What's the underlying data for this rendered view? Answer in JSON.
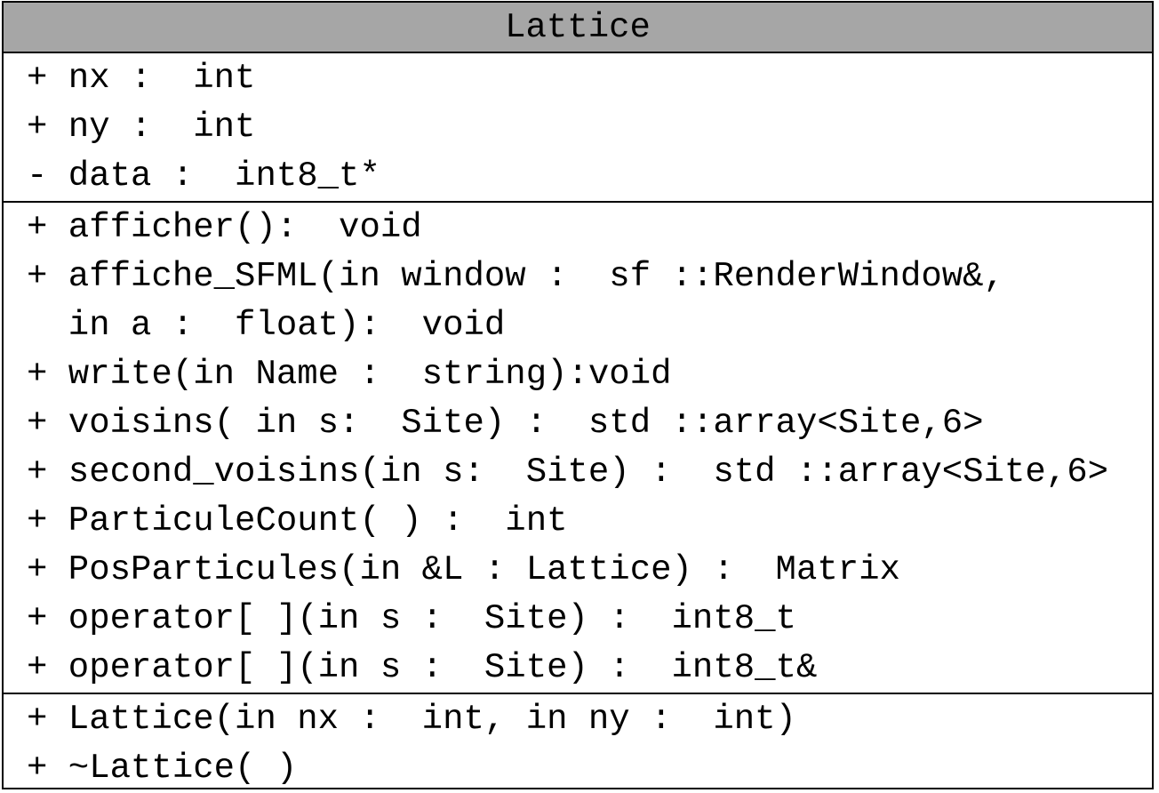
{
  "class_name": "Lattice",
  "attributes": [
    "+ nx :  int",
    "+ ny :  int",
    "- data :  int8_t*"
  ],
  "methods": [
    "+ afficher():  void",
    "+ affiche_SFML(in window :  sf ::RenderWindow&,",
    "  in a :  float):  void",
    "+ write(in Name :  string):void",
    "+ voisins( in s:  Site) :  std ::array<Site,6>",
    "+ second_voisins(in s:  Site) :  std ::array<Site,6>",
    "+ ParticuleCount( ) :  int",
    "+ PosParticules(in &L : Lattice) :  Matrix",
    "+ operator[ ](in s :  Site) :  int8_t",
    "+ operator[ ](in s :  Site) :  int8_t&"
  ],
  "constructors": [
    "+ Lattice(in nx :  int, in ny :  int)",
    "+ ~Lattice( )"
  ]
}
